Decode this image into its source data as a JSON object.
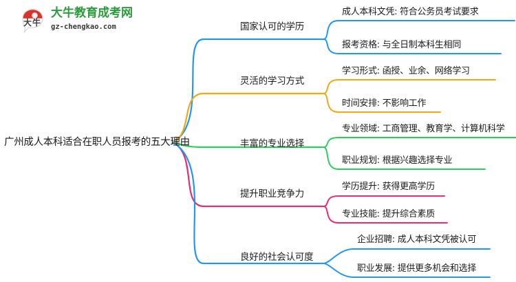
{
  "logo": {
    "name_cn": "大牛教育成考网",
    "url": "gz-chengkao.com",
    "mark_text": "大牛",
    "brand_green": "#2a9c3c",
    "brand_red": "#d9342b"
  },
  "mindmap": {
    "root": {
      "label": "广州成人本科适合在职人员报考的五大理由"
    },
    "branches": [
      {
        "label": "国家认可的学历",
        "color": "#2196f3",
        "children": [
          {
            "label": "成人本科文凭: 符合公务员考试要求"
          },
          {
            "label": "报考资格: 与全日制本科生相同"
          }
        ]
      },
      {
        "label": "灵活的学习方式",
        "color": "#f0a818",
        "children": [
          {
            "label": "学习形式: 函授、业余、网络学习"
          },
          {
            "label": "时间安排: 不影响工作"
          }
        ]
      },
      {
        "label": "丰富的专业选择",
        "color": "#2ecc5f",
        "children": [
          {
            "label": "专业领域: 工商管理、教育学、计算机科学"
          },
          {
            "label": "职业规划: 根据兴趣选择专业"
          }
        ]
      },
      {
        "label": "提升职业竞争力",
        "color": "#ec2a72",
        "children": [
          {
            "label": "学历提升: 获得更高学历"
          },
          {
            "label": "专业技能: 提升综合素质"
          }
        ]
      },
      {
        "label": "良好的社会认可度",
        "color": "#2196f3",
        "children": [
          {
            "label": "企业招聘: 成人本科文凭被认可"
          },
          {
            "label": "职业发展: 提供更多机会和选择"
          }
        ]
      }
    ]
  }
}
